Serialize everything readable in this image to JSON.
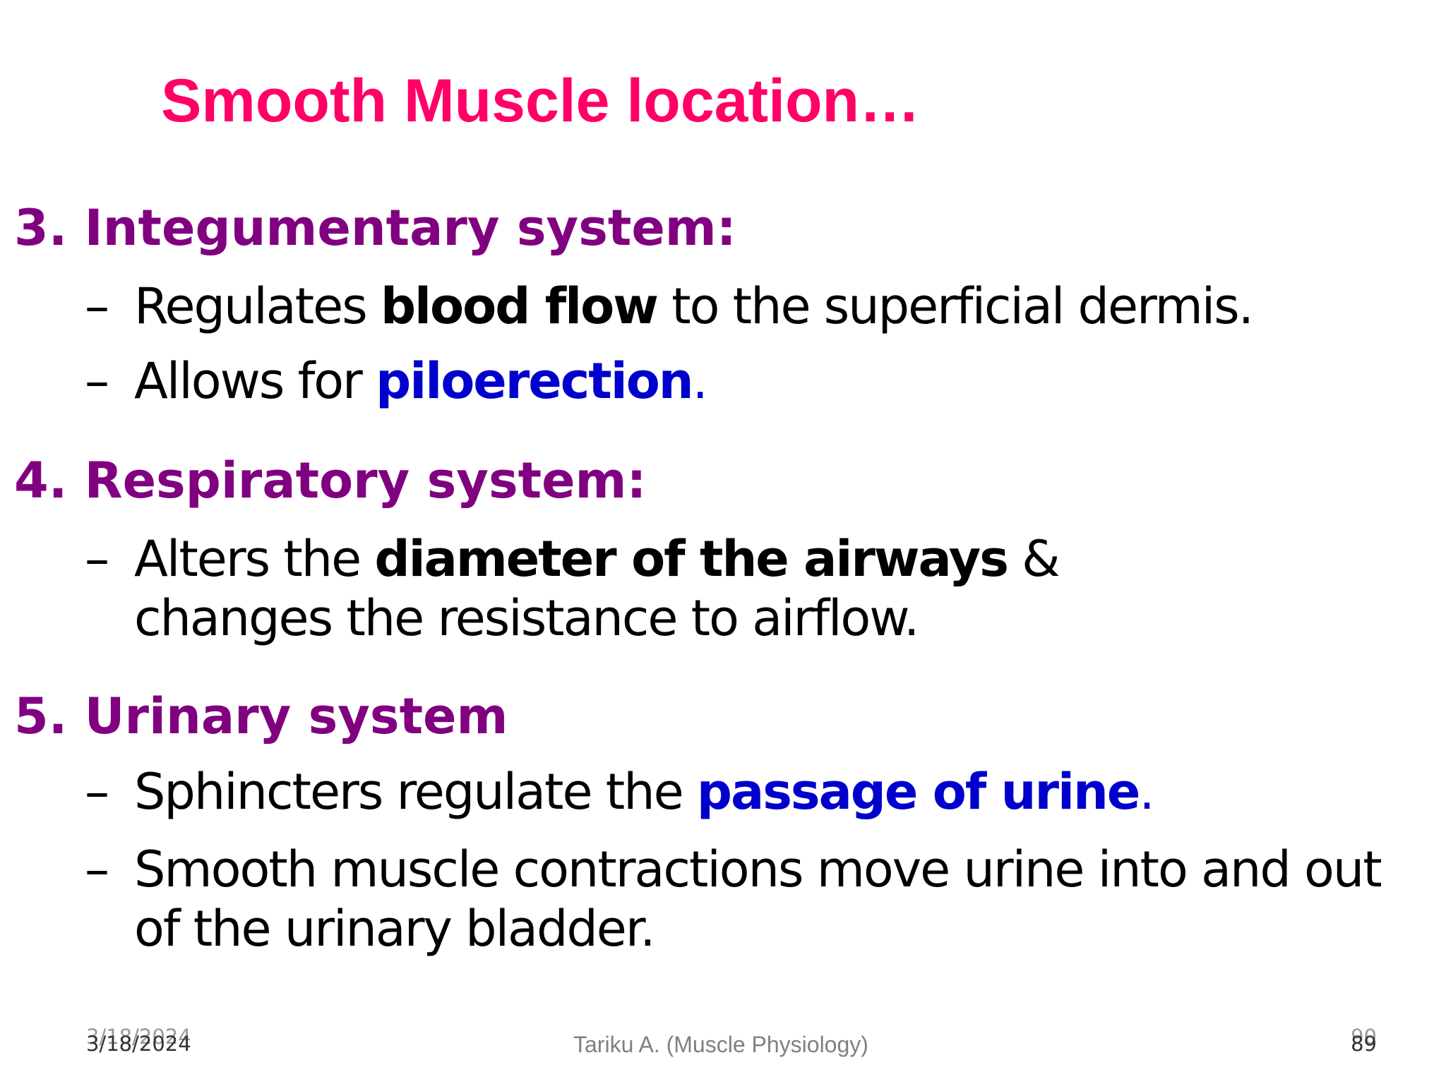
{
  "title": "Smooth Muscle location…",
  "sections": [
    {
      "heading": "3. Integumentary system:",
      "bullets": [
        {
          "dash": "–",
          "pre": "Regulates ",
          "emph": "blood flow",
          "post": " to the superficial dermis."
        },
        {
          "dash": "–",
          "pre": "Allows for ",
          "emph": "piloerection",
          "post": "."
        }
      ]
    },
    {
      "heading": "4. Respiratory system:",
      "bullets": [
        {
          "dash": "–",
          "pre": "Alters the ",
          "emph": "diameter of the airways",
          "post": " & changes the resistance to airflow."
        }
      ]
    },
    {
      "heading": "5. Urinary system",
      "bullets": [
        {
          "dash": "–",
          "pre": "Sphincters regulate the ",
          "emph": "passage of urine",
          "post": "."
        },
        {
          "dash": "–",
          "text": "Smooth muscle contractions move urine into and out of the urinary bladder."
        }
      ]
    }
  ],
  "footer": {
    "date": "3/18/2024",
    "date_ghost": "3/18/2024",
    "center": "Tariku A. (Muscle Physiology)",
    "page": "89",
    "page_ghost": "90"
  },
  "colors": {
    "title": "#ff0066",
    "heading": "#800080",
    "blue_emphasis": "#0000cc",
    "body": "#000000"
  }
}
